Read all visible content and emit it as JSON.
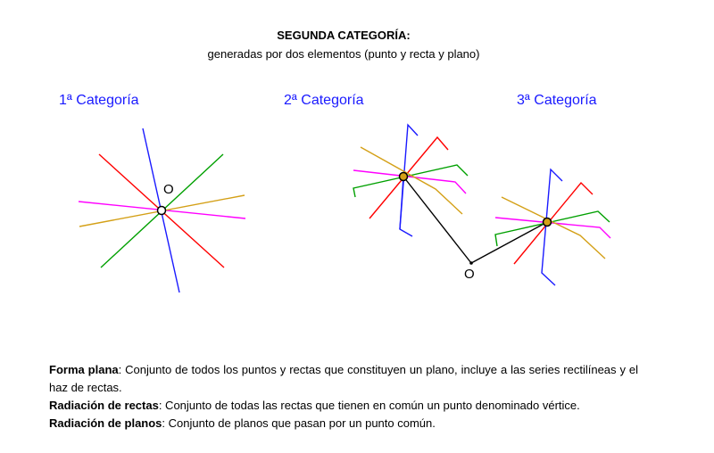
{
  "header": {
    "title": "SEGUNDA CATEGORÍA:",
    "subtitle": "generadas por dos elementos (punto y  recta y plano)"
  },
  "categories": {
    "first": "1ª Categoría",
    "second": "2ª Categoría",
    "third": "3ª Categoría"
  },
  "diagram": {
    "point_label_1": "O",
    "point_label_2": "O",
    "line_colors": {
      "red": "#ff0000",
      "blue": "#1a1aff",
      "green": "#00a000",
      "magenta": "#ff00ff",
      "gold": "#d4a017",
      "black": "#000000"
    }
  },
  "definitions": {
    "forma_plana_term": "Forma plana",
    "forma_plana_text": ": Conjunto de todos los puntos y rectas que constituyen un plano, incluye a las series rectilíneas y el haz de rectas.",
    "radiacion_rectas_term": "Radiación de rectas",
    "radiacion_rectas_text": ": Conjunto de todas las rectas que tienen en común un punto denominado vértice.",
    "radiacion_planos_term": "Radiación de planos",
    "radiacion_planos_text": ": Conjunto de planos que pasan por un punto común."
  }
}
